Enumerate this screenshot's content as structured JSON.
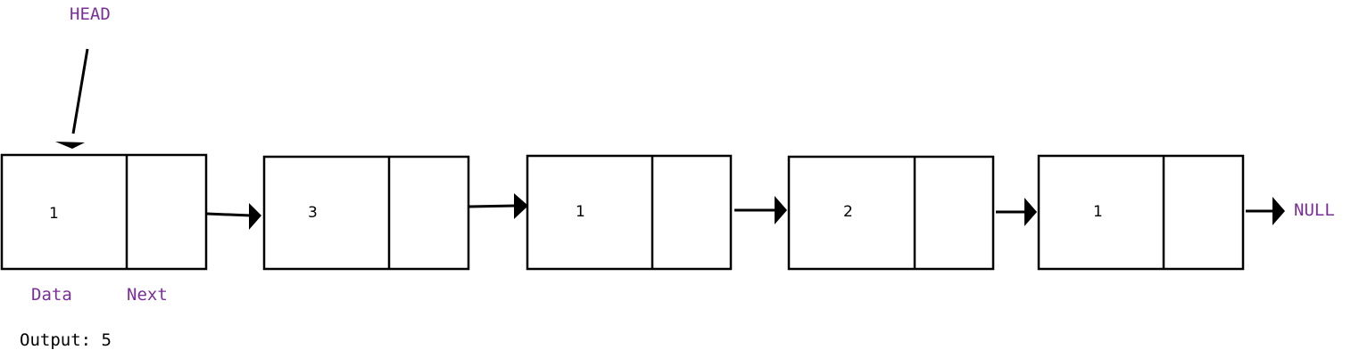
{
  "head_label": "HEAD",
  "null_label": "NULL",
  "field_labels": {
    "data": "Data",
    "next": "Next"
  },
  "nodes": [
    {
      "data": "1"
    },
    {
      "data": "3"
    },
    {
      "data": "1"
    },
    {
      "data": "2"
    },
    {
      "data": "1"
    }
  ],
  "output": "Output: 5",
  "colors": {
    "label_purple": "#7a2e9a",
    "line": "#000000"
  }
}
